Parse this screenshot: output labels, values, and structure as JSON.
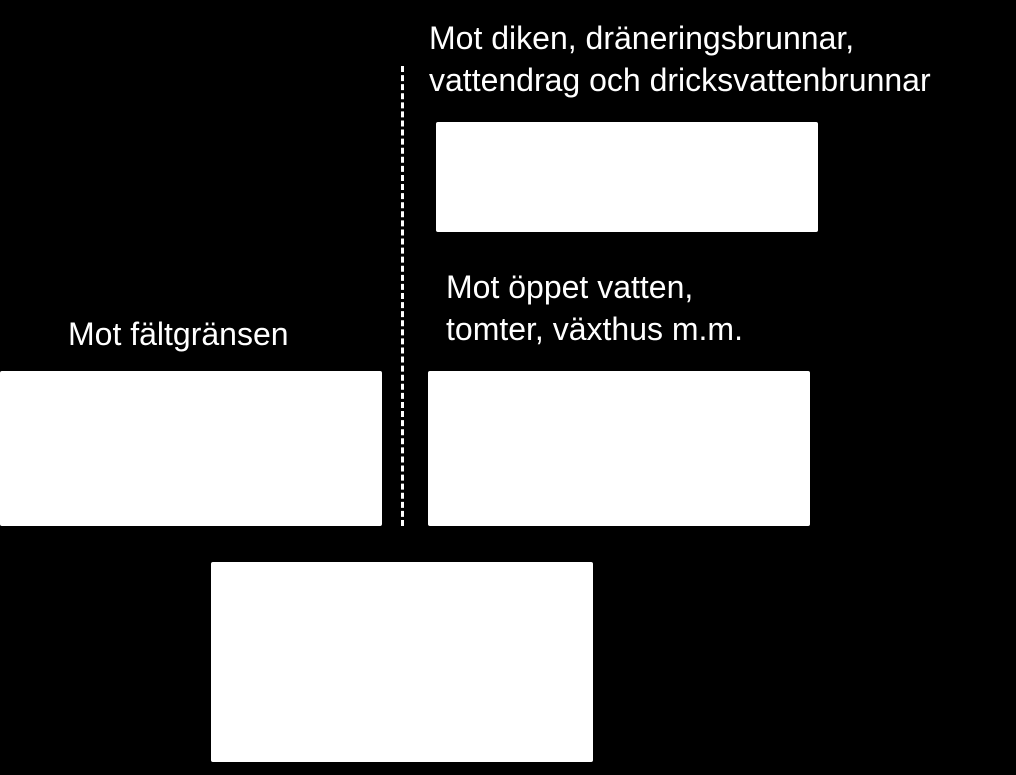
{
  "labels": {
    "ditches": {
      "line1": "Mot diken, dräneringsbrunnar,",
      "line2": "vattendrag och dricksvattenbrunnar"
    },
    "open_water": {
      "line1": "Mot öppet vatten,",
      "line2": "tomter, växthus m.m."
    },
    "field_border": "Mot fältgränsen"
  },
  "colors": {
    "background": "#000000",
    "text": "#ffffff",
    "box": "#ffffff",
    "divider": "#ffffff"
  }
}
